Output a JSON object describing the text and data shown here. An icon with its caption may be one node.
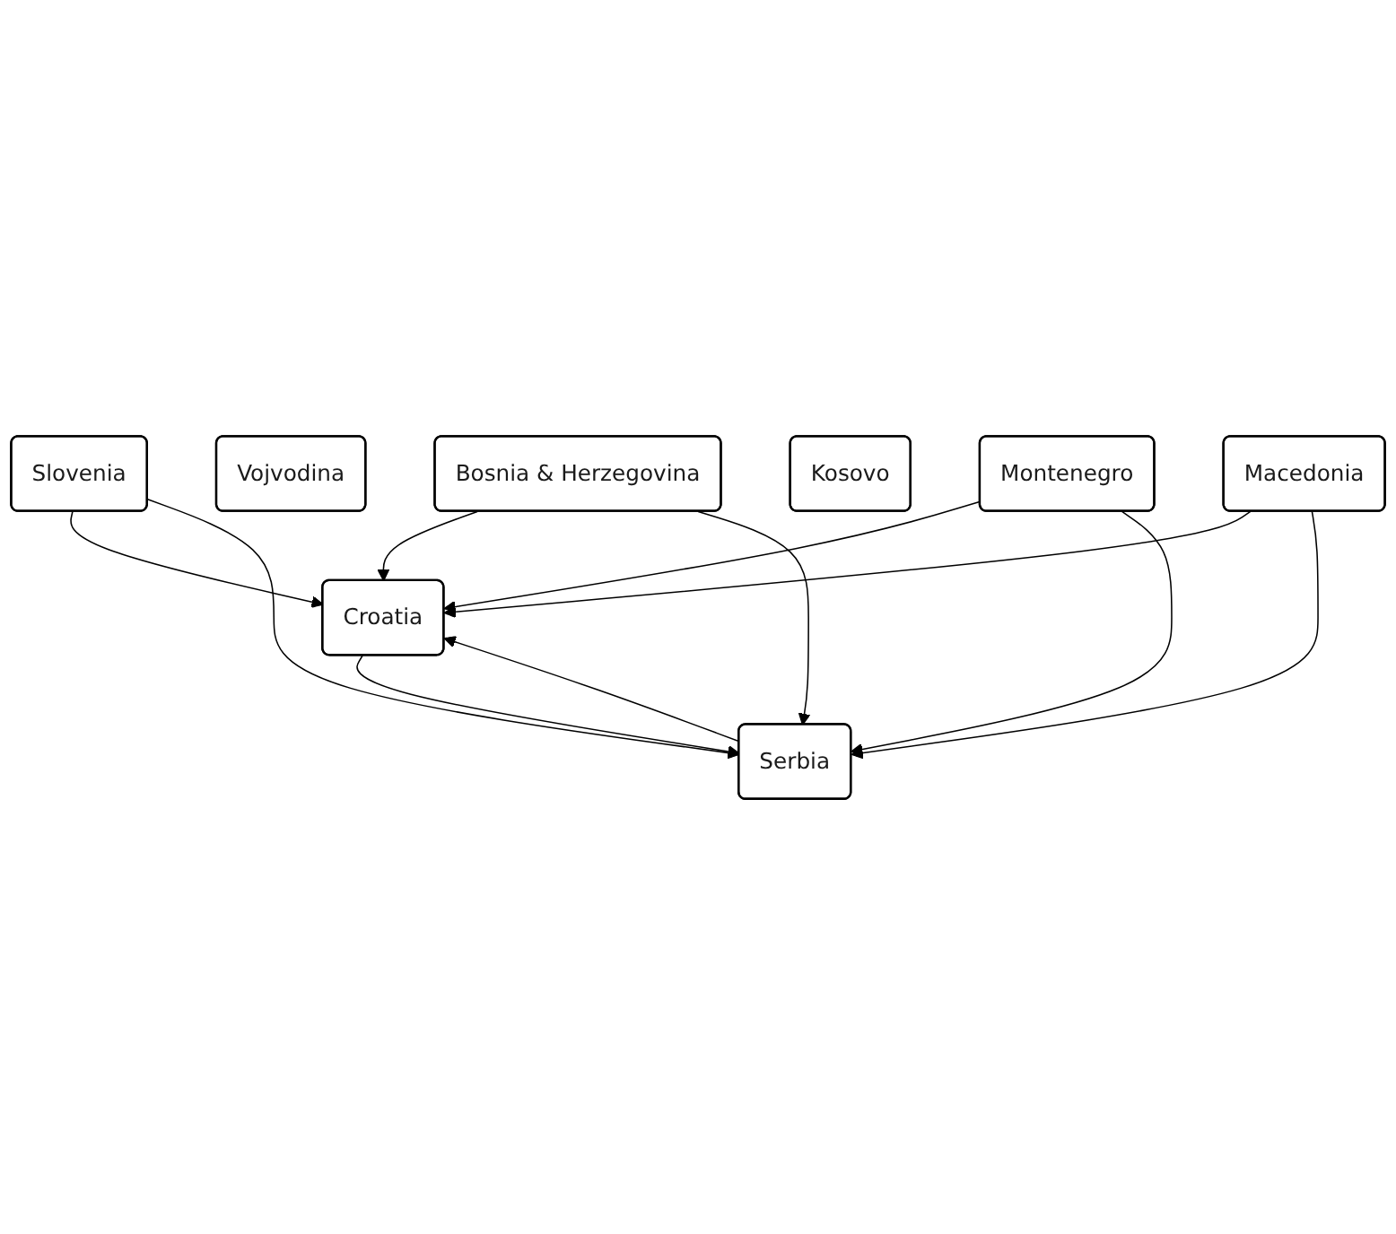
{
  "diagram": {
    "nodes": [
      {
        "text": [
          "Slovenia"
        ]
      },
      {
        "text": [
          "Croatia"
        ]
      },
      {
        "text": [
          "Vojvodina"
        ]
      },
      {
        "text": [
          "Serbia"
        ]
      },
      {
        "text": [
          "Bosnia & Herzegovina"
        ]
      },
      {
        "text": [
          "Kosovo"
        ]
      },
      {
        "text": [
          "Montenegro"
        ]
      },
      {
        "text": [
          "Macedonia"
        ]
      }
    ],
    "edges": [
      {
        "from": 0,
        "to": 1,
        "arrow": "to"
      },
      {
        "from": 0,
        "to": 3,
        "arrow": "to"
      },
      {
        "from": 1,
        "to": 3,
        "arrow": "to"
      },
      {
        "from": 3,
        "to": 1,
        "arrow": "to"
      },
      {
        "from": 4,
        "to": 1,
        "arrow": "to"
      },
      {
        "from": 4,
        "to": 3,
        "arrow": "to"
      },
      {
        "from": 6,
        "to": 1,
        "arrow": "to"
      },
      {
        "from": 6,
        "to": 3,
        "arrow": "to"
      },
      {
        "from": 7,
        "to": 1,
        "arrow": "to"
      },
      {
        "from": 7,
        "to": 3,
        "arrow": "to"
      }
    ]
  }
}
